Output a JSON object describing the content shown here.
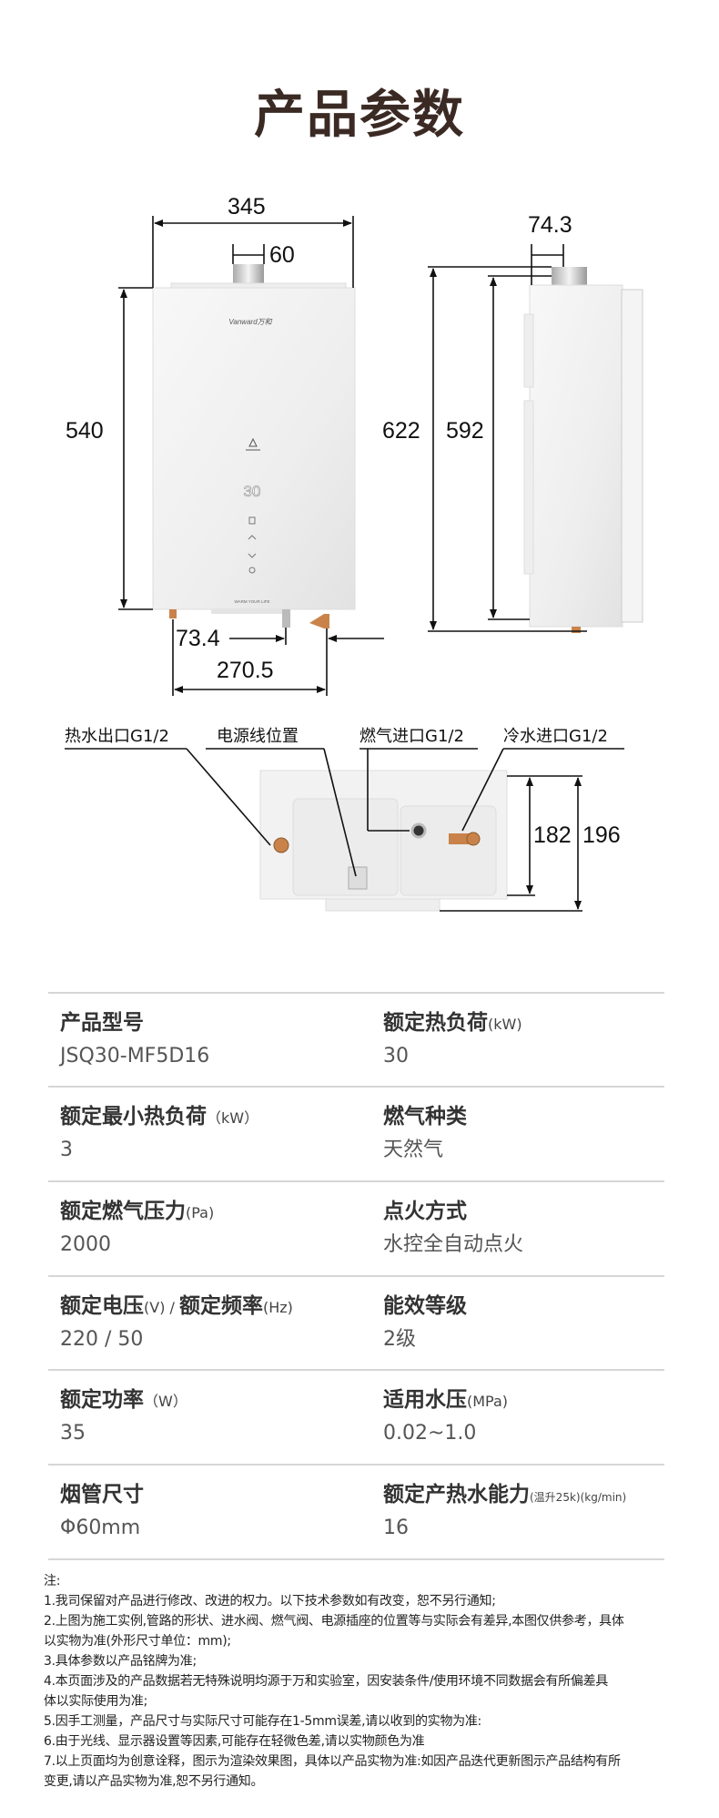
{
  "title": "产品参数",
  "front_view": {
    "width": "345",
    "flue": "60",
    "height": "540",
    "offset": "73.4",
    "pipe_span": "270.5",
    "logo": "Vanward万和",
    "display": "30",
    "slogan": "WARM YOUR LIFE"
  },
  "side_view": {
    "flue_depth": "74.3",
    "total_height": "622",
    "body_height": "592"
  },
  "bottom_view": {
    "callouts": [
      "热水出口G1/2",
      "电源线位置",
      "燃气进口G1/2",
      "冷水进口G1/2"
    ],
    "dim_inner": "182",
    "dim_outer": "196"
  },
  "specs": [
    {
      "label": "产品型号",
      "unit": "",
      "value": "JSQ30-MF5D16"
    },
    {
      "label": "额定热负荷",
      "unit": "(kW)",
      "value": "30"
    },
    {
      "label": "额定最小热负荷",
      "unit": "（kW）",
      "value": "3"
    },
    {
      "label": "燃气种类",
      "unit": "",
      "value": "天然气"
    },
    {
      "label": "额定燃气压力",
      "unit": "(Pa)",
      "value": "2000"
    },
    {
      "label": "点火方式",
      "unit": "",
      "value": "水控全自动点火"
    },
    {
      "label": "额定电压",
      "unit": "(V) / ",
      "label2": "额定频率",
      "unit2": "(Hz)",
      "value": "220 / 50"
    },
    {
      "label": "能效等级",
      "unit": "",
      "value": "2级"
    },
    {
      "label": "额定功率",
      "unit": "（W）",
      "value": "35"
    },
    {
      "label": "适用水压",
      "unit": "(MPa)",
      "value": "0.02~1.0"
    },
    {
      "label": "烟管尺寸",
      "unit": "",
      "value": "Φ60mm"
    },
    {
      "label": "额定产热水能力",
      "unit": "(温升25k)(kg/min)",
      "value": "16"
    }
  ],
  "notes": [
    "注:",
    "1.我司保留对产品进行修改、改进的权力。以下技术参数如有改变，恕不另行通知;",
    "2.上图为施工实例,管路的形状、进水阀、燃气阀、电源插座的位置等与实际会有差异,本图仅供参考，具体",
    "以实物为准(外形尺寸单位：mm);",
    "3.具体参数以产品铭牌为准;",
    "4.本页面涉及的产品数据若无特殊说明均源于万和实验室，因安装条件/使用环境不同数据会有所偏差具",
    "体以实际使用为准;",
    "5.因手工测量，产品尺寸与实际尺寸可能存在1-5mm误差,请以收到的实物为准:",
    "6.由于光线、显示器设置等因素,可能存在轻微色差,请以实物颜色为准",
    "7.以上页面均为创意诠释，图示为渲染效果图，具体以产品实物为准:如因产品迭代更新图示产品结构有所",
    "变更,请以产品实物为准,恕不另行通知。"
  ]
}
